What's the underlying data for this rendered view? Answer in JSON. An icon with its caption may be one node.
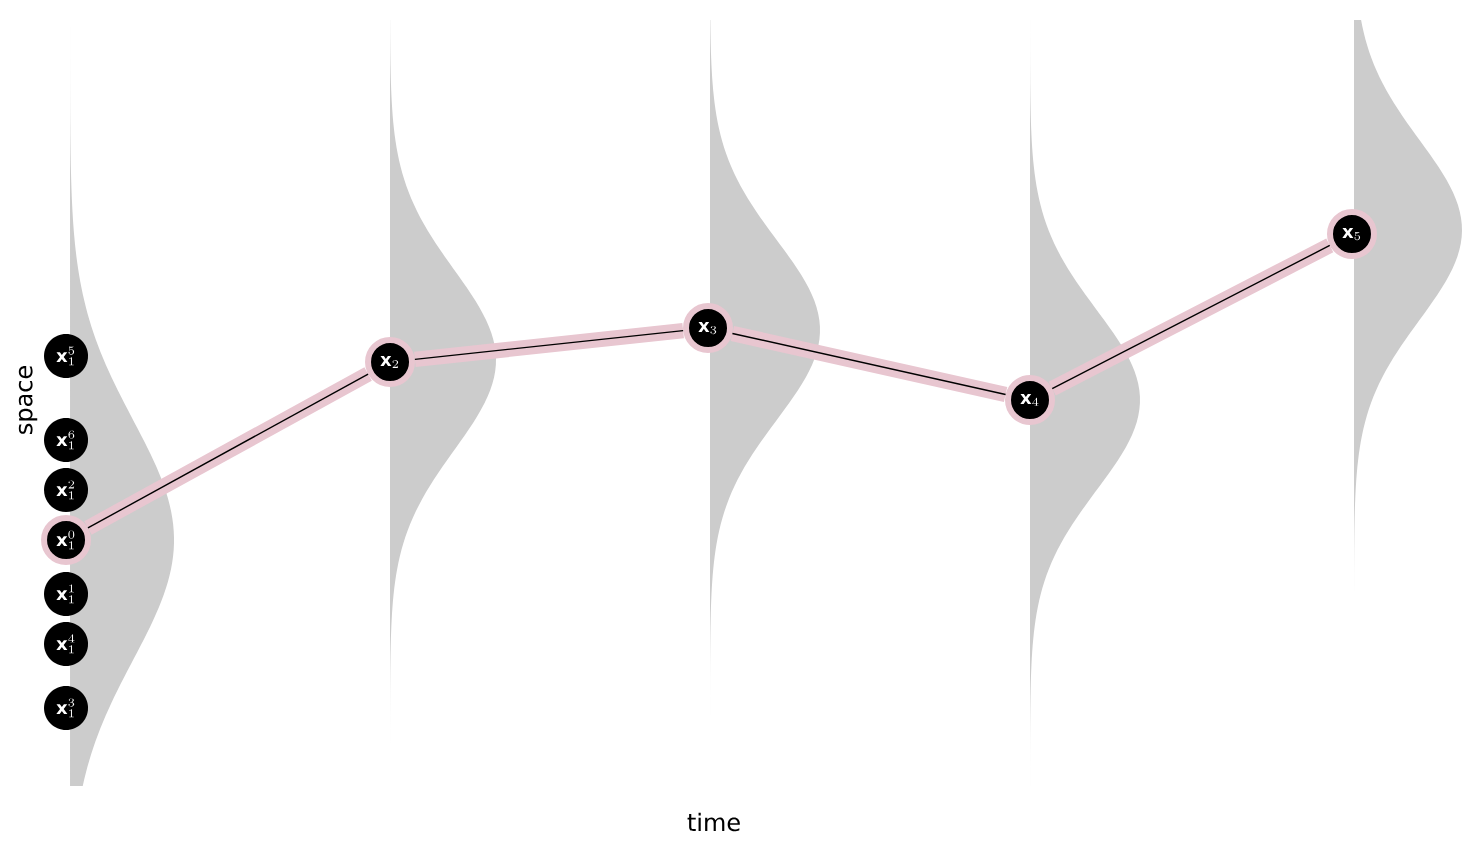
{
  "diagram": {
    "nodes": [
      {
        "text": [
          "\\mathbf{x}_1^5"
        ]
      },
      {
        "text": [
          "\\mathbf{x}_1^6"
        ]
      },
      {
        "text": [
          "\\mathbf{x}_1^2"
        ]
      },
      {
        "text": [
          "\\mathbf{x}_1^0"
        ]
      },
      {
        "text": [
          "\\mathbf{x}_1^1"
        ]
      },
      {
        "text": [
          "\\mathbf{x}_1^4"
        ]
      },
      {
        "text": [
          "\\mathbf{x}_1^3"
        ]
      },
      {
        "text": [
          "\\mathbf{x}_2"
        ]
      },
      {
        "text": [
          "\\mathbf{x}_3"
        ]
      },
      {
        "text": [
          "\\mathbf{x}_4"
        ]
      },
      {
        "text": [
          "\\mathbf{x}_5"
        ]
      }
    ],
    "edges": [
      {
        "from": 3,
        "to": 7,
        "arrow": "none"
      },
      {
        "from": 7,
        "to": 8,
        "arrow": "none"
      },
      {
        "from": 8,
        "to": 9,
        "arrow": "none"
      },
      {
        "from": 9,
        "to": 10,
        "arrow": "none"
      }
    ],
    "labels": [
      "space",
      "time"
    ]
  }
}
